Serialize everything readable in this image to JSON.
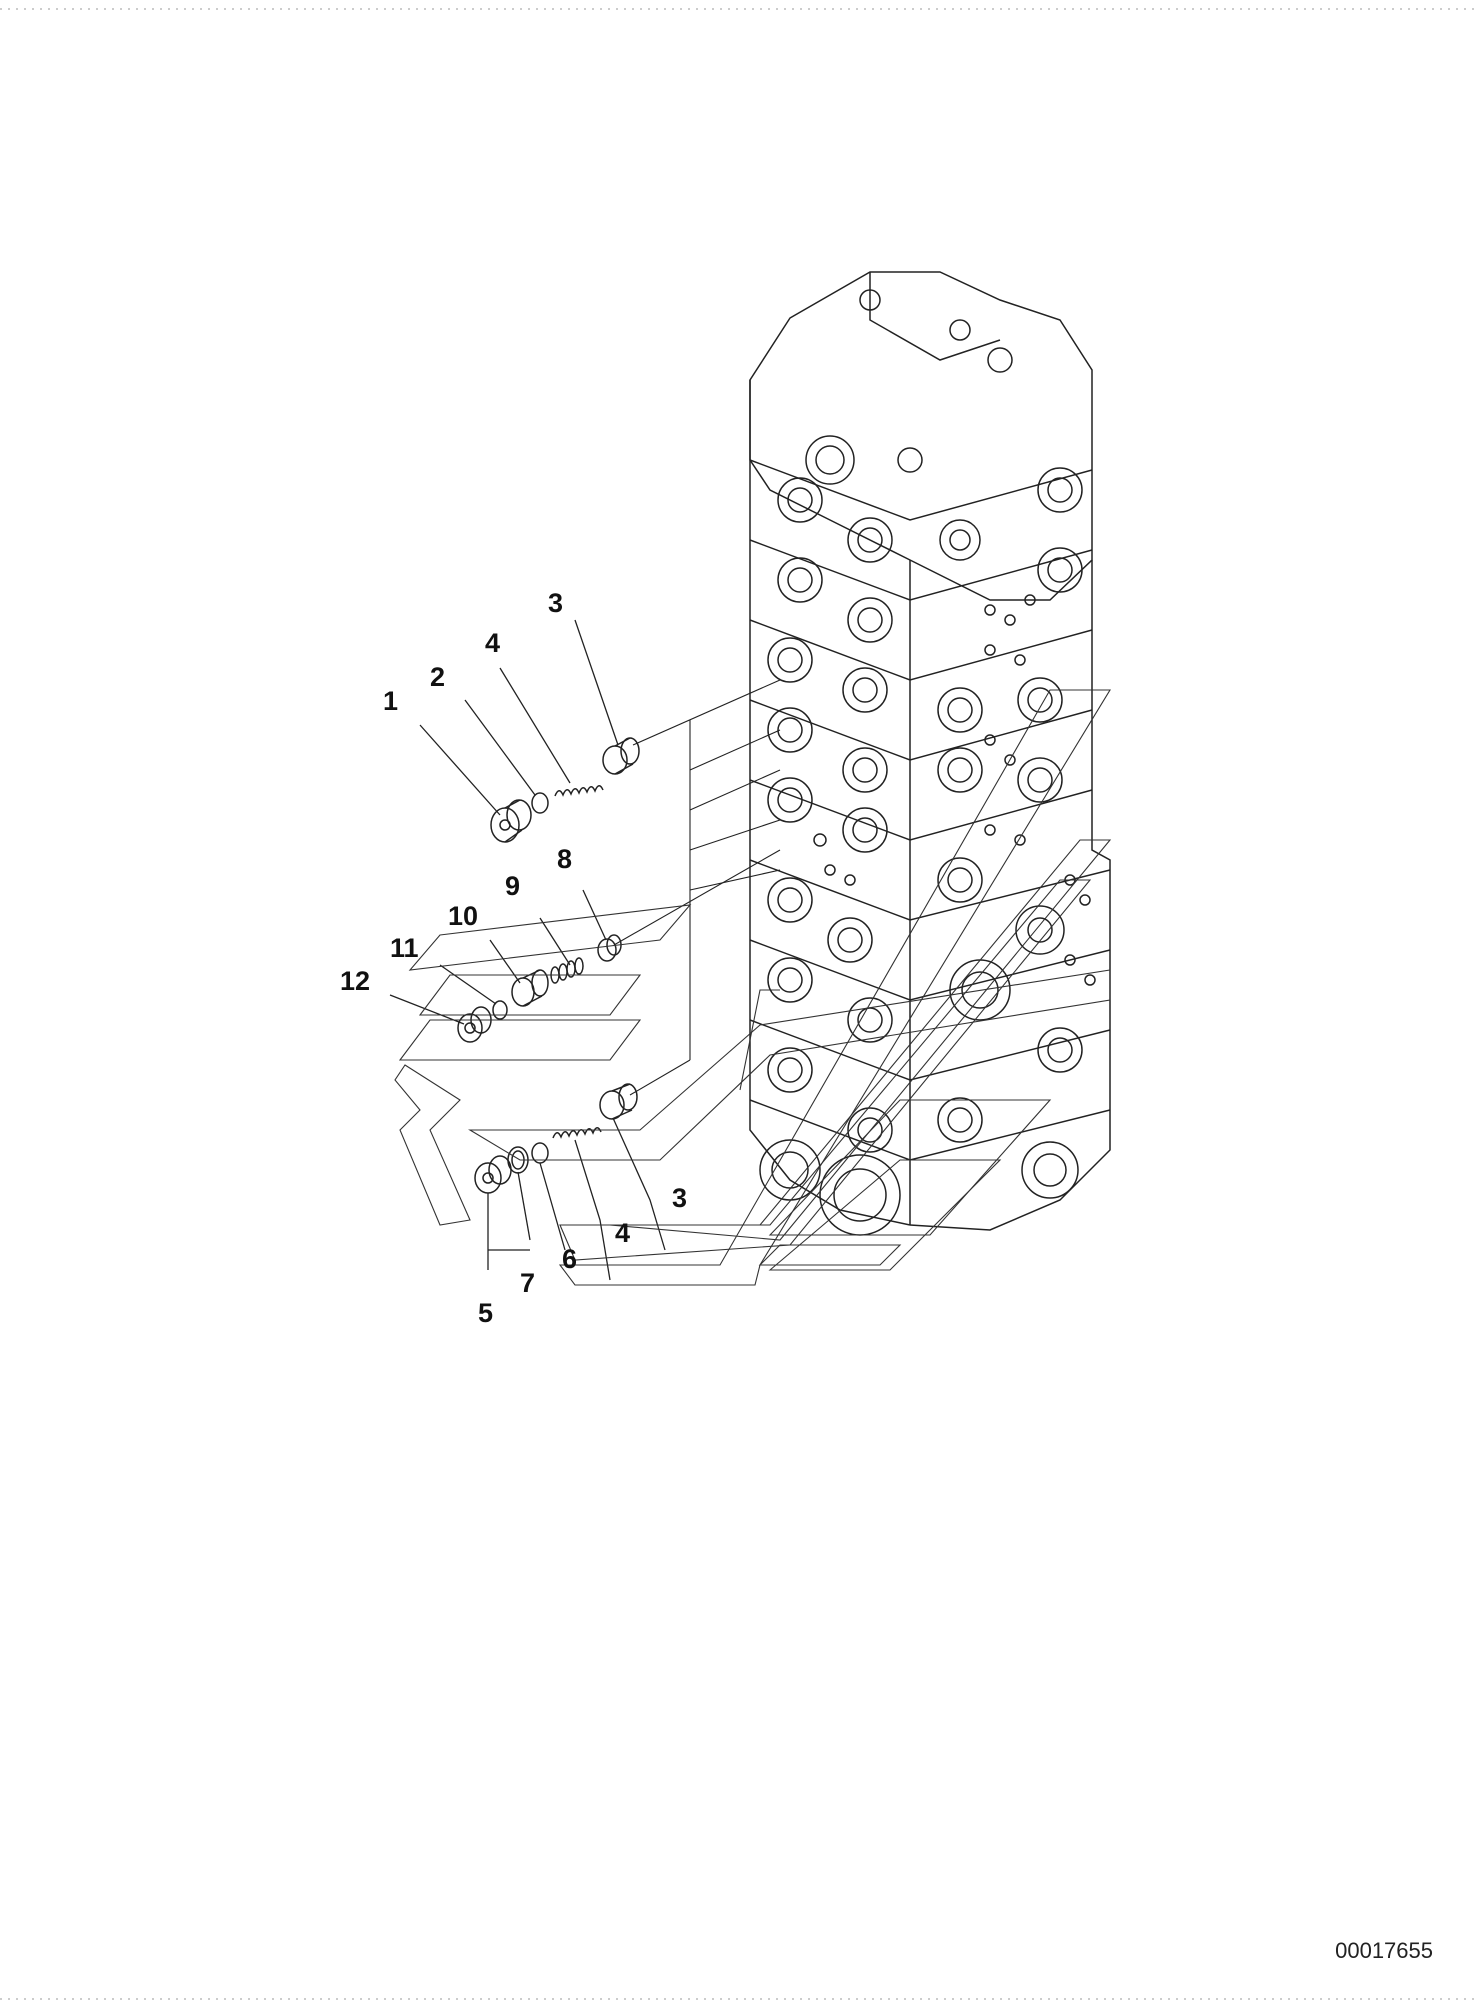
{
  "drawing_number": "00017655",
  "callouts": [
    "1",
    "2",
    "4",
    "3",
    "8",
    "9",
    "10",
    "11",
    "12",
    "3",
    "4",
    "6",
    "7",
    "5"
  ],
  "colors": {
    "line": "#222222",
    "background": "#ffffff",
    "dash": "#999999"
  }
}
